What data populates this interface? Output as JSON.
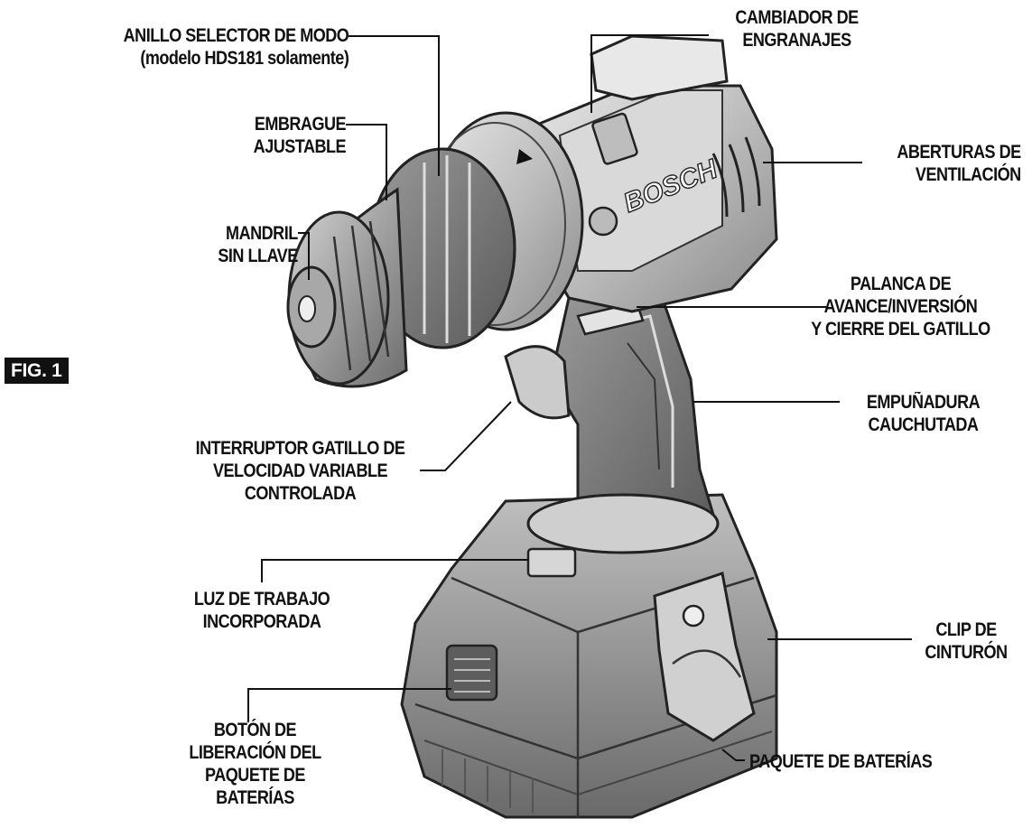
{
  "figure": {
    "label": "FIG. 1"
  },
  "brand": {
    "text": "BOSCH"
  },
  "labels": {
    "anillo": [
      "ANILLO SELECTOR DE MODO",
      "(modelo HDS181 solamente)"
    ],
    "embrague": [
      "EMBRAGUE",
      "AJUSTABLE"
    ],
    "mandril": [
      "MANDRIL",
      "SIN LLAVE"
    ],
    "cambiador": [
      "CAMBIADOR DE",
      "ENGRANAJES"
    ],
    "aberturas": [
      "ABERTURAS DE",
      "VENTILACIÓN"
    ],
    "palanca": [
      "PALANCA DE",
      "AVANCE/INVERSIÓN",
      "Y  CIERRE DEL GATILLO"
    ],
    "empunadura": [
      "EMPUÑADURA",
      "CAUCHUTADA"
    ],
    "interruptor": [
      "INTERRUPTOR GATILLO DE",
      "VELOCIDAD VARIABLE",
      "CONTROLADA"
    ],
    "luz": [
      "LUZ DE TRABAJO",
      "INCORPORADA"
    ],
    "clip": [
      "CLIP DE",
      "CINTURÓN"
    ],
    "boton": [
      "BOTÓN DE",
      "LIBERACIÓN DEL",
      "PAQUETE DE",
      "BATERÍAS"
    ],
    "paquete": [
      "PAQUETE DE BATERÍAS"
    ]
  }
}
